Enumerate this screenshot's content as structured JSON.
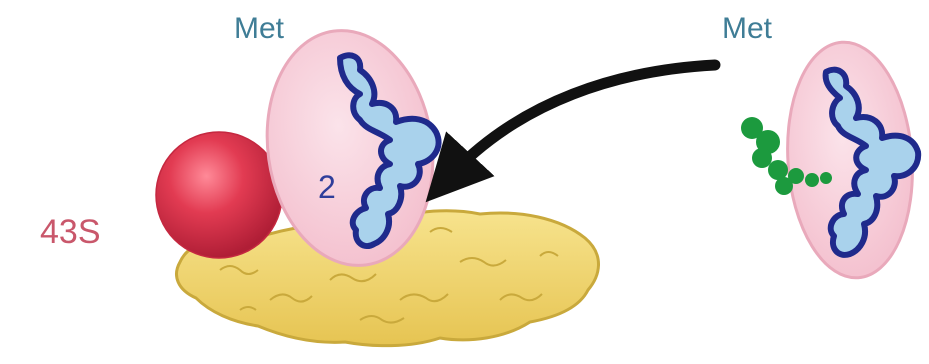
{
  "labels": {
    "complex": "43S",
    "met_left": "Met",
    "met_right": "Met",
    "factor_number": "2"
  },
  "colors": {
    "label_complex": "#c9576b",
    "label_met": "#3f7d96",
    "label_number": "#2f3e9a",
    "oval_fill": "#f7c9d6",
    "oval_stroke": "#e9a9bb",
    "trna_stroke": "#1f2a8c",
    "trna_fill": "#a9d2ec",
    "ball_fill": "#e23b52",
    "ribosome_fill": "#f0d36a",
    "ribosome_stroke": "#c9a93c",
    "green_molecule": "#1c9a3e",
    "arrow": "#111111"
  }
}
